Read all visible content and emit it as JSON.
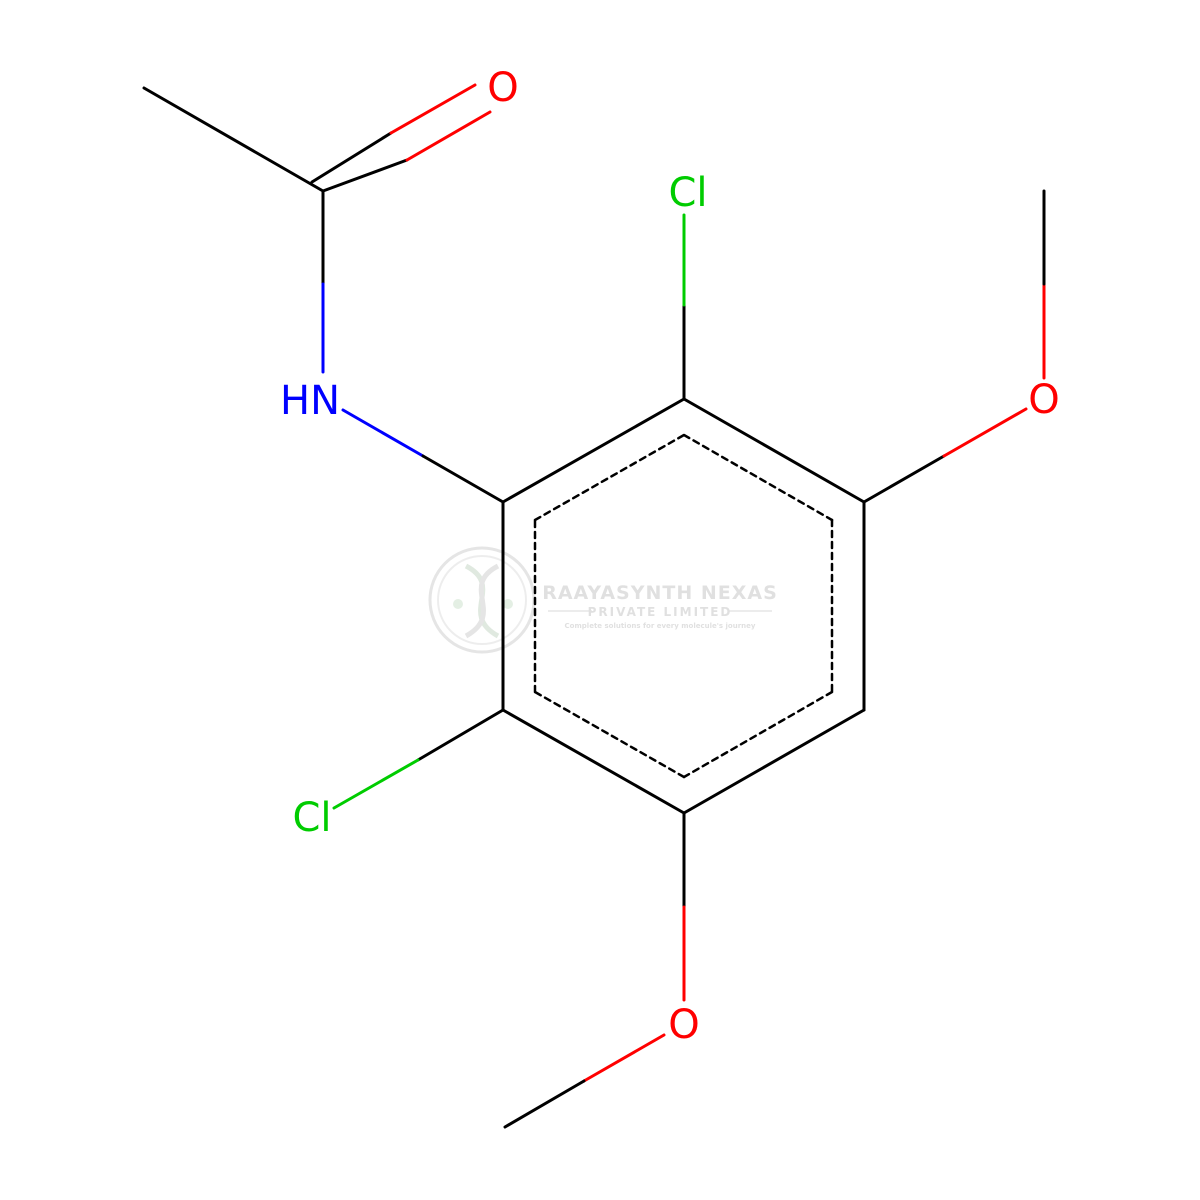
{
  "colors": {
    "carbon": "#000000",
    "nitrogen": "#0000FF",
    "oxygen": "#FF0000",
    "chlorine": "#00CC00",
    "watermark": "#C8C8C8"
  },
  "atoms": {
    "o_carbonyl": "O",
    "nh": "HN",
    "cl_top": "Cl",
    "cl_bottom": "Cl",
    "o_methoxy_right": "O",
    "o_methoxy_bottom": "O"
  },
  "watermark": {
    "company": "RAAYASYNTH NEXAS",
    "subtitle": "PRIVATE LIMITED",
    "tagline": "Complete solutions for every molecule's journey",
    "logo_icon": "dna-helix-icon"
  }
}
